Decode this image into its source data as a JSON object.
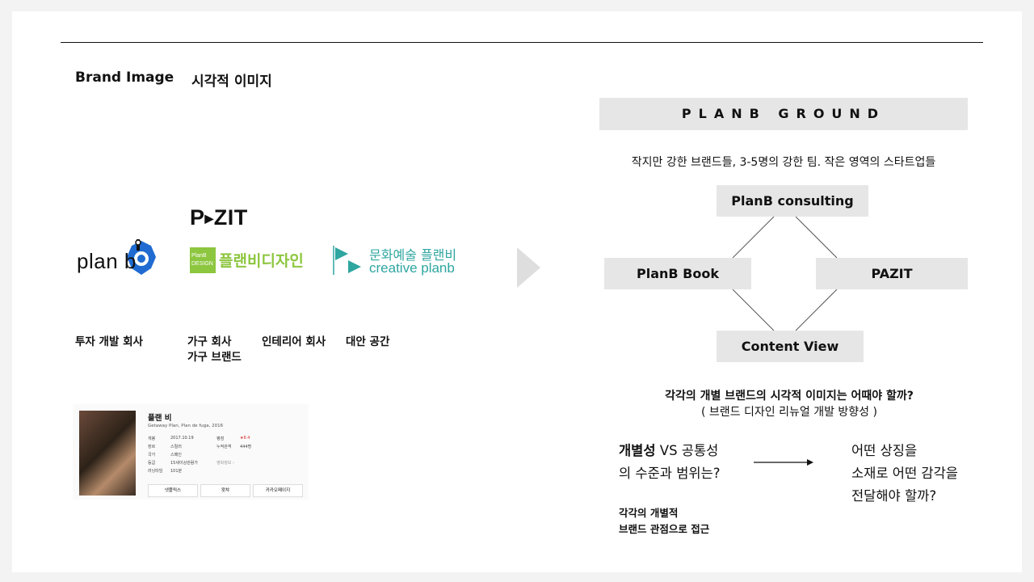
{
  "header": {
    "brand_image": "Brand Image",
    "visual_image": "시각적 이미지"
  },
  "logos": {
    "pazit": {
      "prefix": "P",
      "mark": "▶",
      "rest": "ZIT",
      "alt": "PAZIT"
    },
    "planb": "plan b",
    "design": {
      "badge_line1": "PlanB",
      "badge_line2": "DESIGN",
      "text": "플랜비디자인"
    },
    "creative": {
      "line1": "문화예술 플랜비",
      "line2": "creative planb"
    }
  },
  "categories": {
    "investment": "투자 개발 회사",
    "furniture_1": "가구 회사",
    "furniture_2": "가구 브랜드",
    "interior": "인테리어 회사",
    "alt_space": "대안 공간"
  },
  "movie": {
    "title": "플랜 비",
    "subtitle": "Getaway Plan, Plan de fuga, 2016",
    "rows": [
      {
        "k": "개봉",
        "v": "2017.10.19",
        "k2": "평점",
        "v2": "★8.4"
      },
      {
        "k": "장르",
        "v": "스릴러",
        "k2": "누적관객",
        "v2": "444명"
      },
      {
        "k": "국가",
        "v": "스페인",
        "k2": "",
        "v2": ""
      },
      {
        "k": "등급",
        "v": "15세이상관람가",
        "k2": "영화정보 ›",
        "v2": ""
      },
      {
        "k": "러닝타임",
        "v": "101분",
        "k2": "",
        "v2": ""
      }
    ],
    "buttons": [
      "넷플릭스",
      "왓챠",
      "카카오페이지"
    ]
  },
  "ground": {
    "title": "PLANB GROUND",
    "tagline": "작지만 강한 브랜드들, 3-5명의 강한 팀. 작은 영역의 스타트업들",
    "nodes": {
      "consulting": "PlanB consulting",
      "book": "PlanB Book",
      "pazit": "PAZIT",
      "content": "Content View"
    }
  },
  "question": {
    "main": "각각의 개별 브랜드의 시각적 이미지는 어때야 할까?",
    "sub": "( 브랜드 디자인 리뉴얼 개발 방향성 )"
  },
  "left_q": {
    "bold": "개별성",
    "rest": " VS 공통성",
    "line2": "의 수준과 범위는?"
  },
  "right_q": {
    "line1": "어떤 상징을",
    "line2": "소재로 어떤 감각을",
    "line3": "전달해야 할까?"
  },
  "note": {
    "line1": "각각의 개별적",
    "line2": "브랜드 관점으로 접근"
  },
  "colors": {
    "design_green": "#8dc63f",
    "creative_teal": "#2fa6a0",
    "planb_blue": "#1f6bd1",
    "bar_gray": "#e6e6e6"
  }
}
